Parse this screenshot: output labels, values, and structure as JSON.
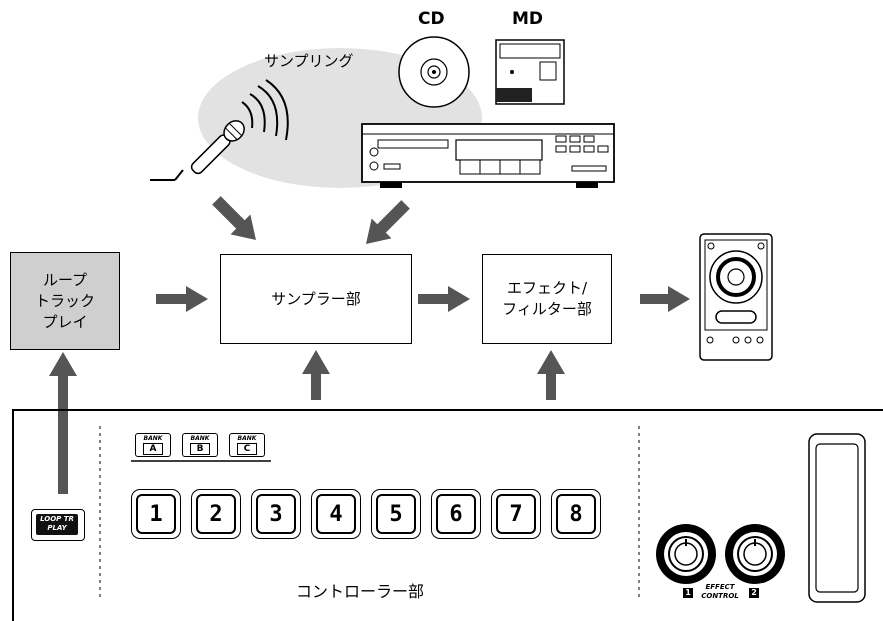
{
  "sources": {
    "sampling_label": "サンプリング",
    "cd_label": "CD",
    "md_label": "MD"
  },
  "blocks": {
    "loop_track_play": [
      "ループ",
      "トラック",
      "プレイ"
    ],
    "sampler": "サンプラー部",
    "effect_filter": [
      "エフェクト/",
      "フィルター部"
    ]
  },
  "controller": {
    "label": "コントローラー部",
    "loop_button": [
      "LOOP TR",
      "PLAY"
    ],
    "banks": [
      {
        "top": "BANK",
        "letter": "A"
      },
      {
        "top": "BANK",
        "letter": "B"
      },
      {
        "top": "BANK",
        "letter": "C"
      }
    ],
    "pads": [
      "1",
      "2",
      "3",
      "4",
      "5",
      "6",
      "7",
      "8"
    ],
    "effect_control": [
      "EFFECT",
      "CONTROL"
    ],
    "knob_numbers": [
      "1",
      "2"
    ]
  },
  "colors": {
    "arrow": "#555555",
    "cloud": "#e2e2e2",
    "block_gray": "#cfcfcf"
  }
}
